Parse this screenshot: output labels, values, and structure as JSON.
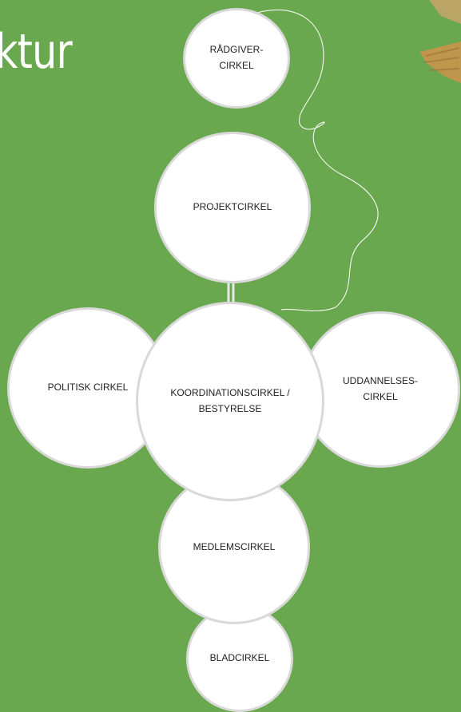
{
  "title": "ktur",
  "colors": {
    "background": "#6aa84f",
    "circle_fill": "#ffffff",
    "circle_border": "#d9d9d9",
    "connector": "#ffffff"
  },
  "circles": {
    "raadgiver": {
      "line1": "RÅDGIVER-",
      "line2": "CIRKEL"
    },
    "projekt": {
      "line1": "PROJEKTCIRKEL"
    },
    "politisk": {
      "line1": "POLITISK CIRKEL"
    },
    "koordination": {
      "line1": "KOORDINATIONSCIRKEL /",
      "line2": "BESTYRELSE"
    },
    "uddannelses": {
      "line1": "UDDANNELSES-",
      "line2": "CIRKEL"
    },
    "medlems": {
      "line1": "MEDLEMSCIRKEL"
    },
    "blad": {
      "line1": "BLADCIRKEL"
    }
  }
}
